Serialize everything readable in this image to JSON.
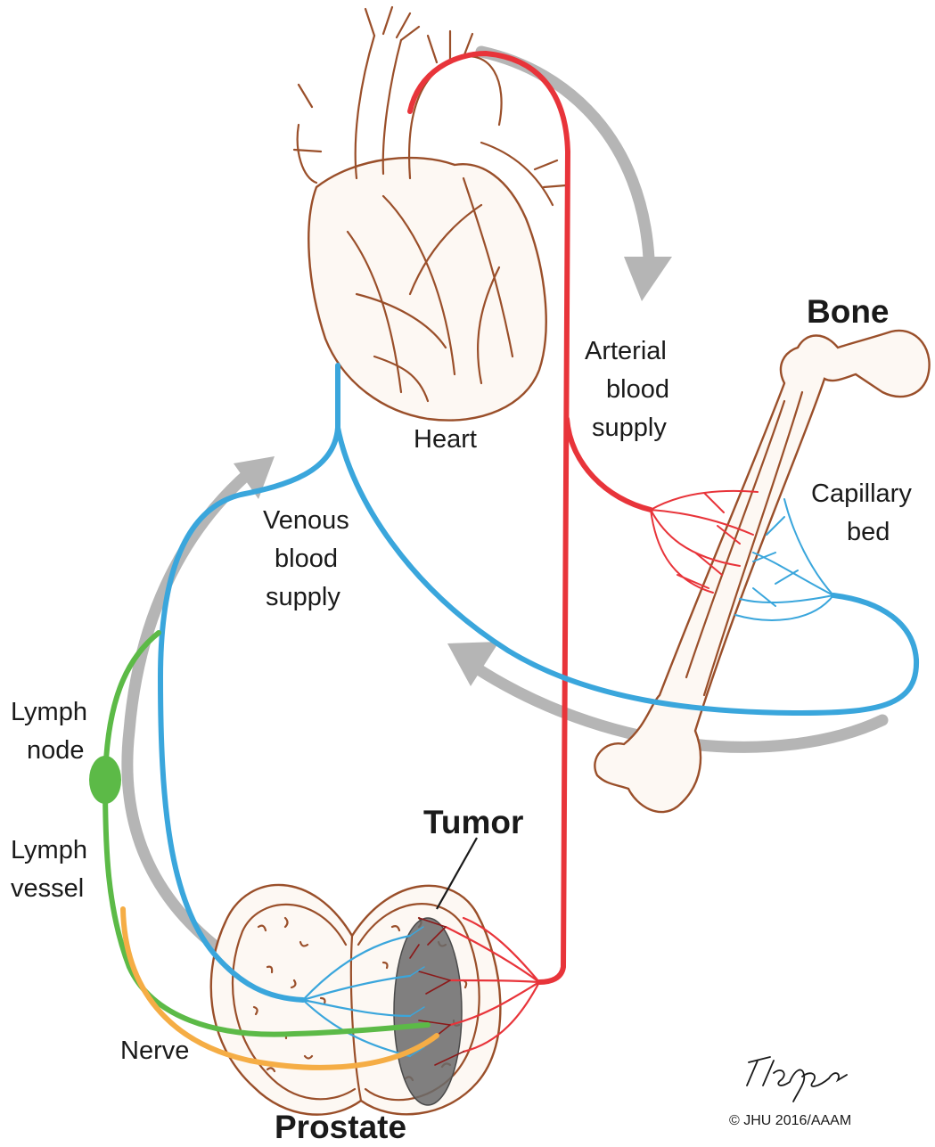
{
  "labels": {
    "heart": "Heart",
    "bone": "Bone",
    "arterial": [
      "Arterial",
      "blood",
      "supply"
    ],
    "capillary": [
      "Capillary",
      "bed"
    ],
    "venous": [
      "Venous",
      "blood",
      "supply"
    ],
    "lymph_node": [
      "Lymph",
      "node"
    ],
    "lymph_vessel": [
      "Lymph",
      "vessel"
    ],
    "nerve": "Nerve",
    "tumor": "Tumor",
    "prostate": "Prostate",
    "copyright": "© JHU 2016/AAAM"
  },
  "colors": {
    "artery": "#e8343a",
    "vein": "#3aa6dc",
    "lymph": "#5cba47",
    "nerve": "#f5ad45",
    "flow_arrow": "#b5b5b5",
    "anatomy_outline": "#9a4f2a",
    "tumor": "#6a6a6a"
  },
  "icons": {
    "signature": "artist-signature-icon"
  }
}
